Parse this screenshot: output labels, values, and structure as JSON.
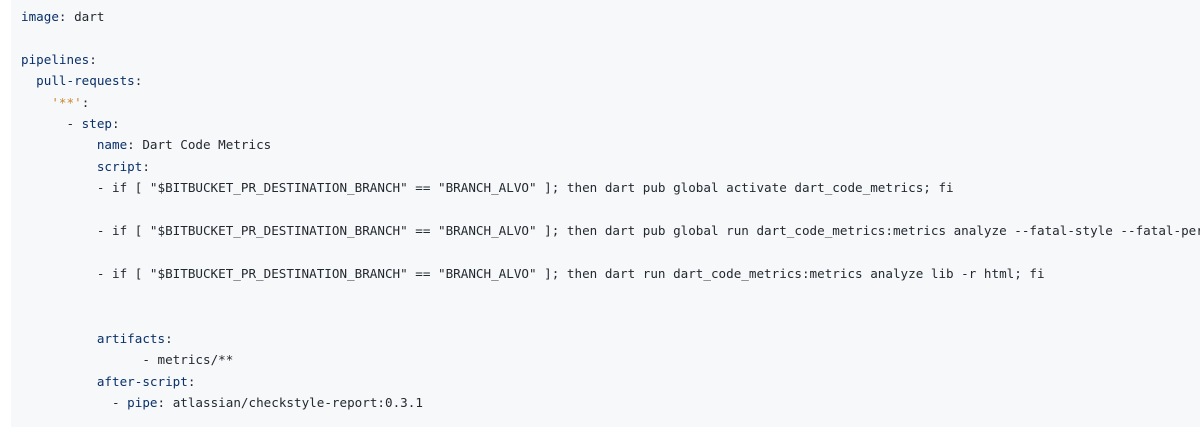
{
  "code": {
    "image_key": "image",
    "image_value": "dart",
    "pipelines_key": "pipelines",
    "pull_requests_key": "pull-requests",
    "branch_pattern": "'**'",
    "step_dash": "- ",
    "step_key": "step",
    "name_key": "name",
    "name_value": "Dart Code Metrics",
    "script_key": "script",
    "script_lines": [
      "- if [ \"$BITBUCKET_PR_DESTINATION_BRANCH\" == \"BRANCH_ALVO\" ]; then dart pub global activate dart_code_metrics; fi",
      "- if [ \"$BITBUCKET_PR_DESTINATION_BRANCH\" == \"BRANCH_ALVO\" ]; then dart pub global run dart_code_metrics:metrics analyze --fatal-style --fatal-performance --fatal-warnings lib; fi",
      "- if [ \"$BITBUCKET_PR_DESTINATION_BRANCH\" == \"BRANCH_ALVO\" ]; then dart run dart_code_metrics:metrics analyze lib -r html; fi"
    ],
    "artifacts_key": "artifacts",
    "artifact_item": "- metrics/**",
    "after_script_key": "after-script",
    "pipe_dash": "- ",
    "pipe_key": "pipe",
    "pipe_value": "atlassian/checkstyle-report:0.3.1"
  },
  "colors": {
    "background": "#f6f8fa",
    "key": "#0a3069",
    "string": "#c9862f",
    "text": "#24292f"
  }
}
